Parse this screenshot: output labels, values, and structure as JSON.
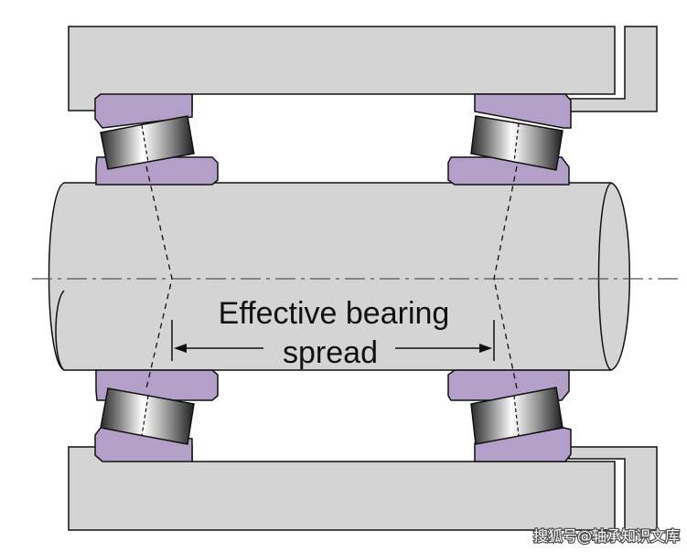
{
  "diagram": {
    "label_line1": "Effective bearing",
    "label_line2": "spread"
  },
  "watermark": "搜狐号@轴承知识文库",
  "colors": {
    "housing": "#d4d4d4",
    "race": "#b3a0c8",
    "outline": "#111111",
    "background": "#ffffff"
  },
  "icons": {
    "roller": "tapered-roller-icon",
    "arrow": "arrowhead-icon"
  }
}
